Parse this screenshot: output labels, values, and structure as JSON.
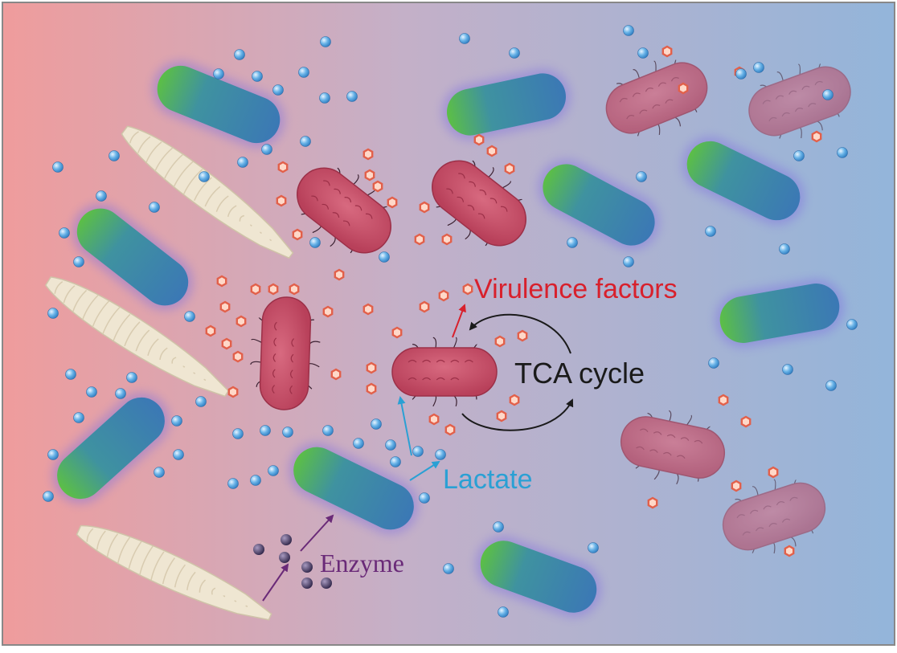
{
  "labels": {
    "virulence": "Virulence factors",
    "tca": "TCA cycle",
    "lactate": "Lactate",
    "enzyme": "Enzyme"
  },
  "colors": {
    "background_left": "#ef9c9c",
    "background_right": "#93b5da",
    "virulence_text": "#d8202c",
    "tca_text": "#1a1a1a",
    "lactate_text": "#2aa0d4",
    "enzyme_text": "#6a2a78",
    "pathogen_fill": "#c85068",
    "probiotic_green": "#5cbf45",
    "probiotic_blue": "#3b78b5",
    "larva_fill": "#efe6d2",
    "lactate_dot": "#58a8e0",
    "virulence_hex": "#e2604a",
    "enzyme_dot": "#4a3d68"
  },
  "icons": {
    "probiotic": "rod-bacterium-green-blue",
    "pathogen": "rod-bacterium-with-flagella",
    "larva": "segmented-larva",
    "lactate": "blue-sphere",
    "virulence": "red-hexagon",
    "enzyme": "purple-sphere"
  }
}
